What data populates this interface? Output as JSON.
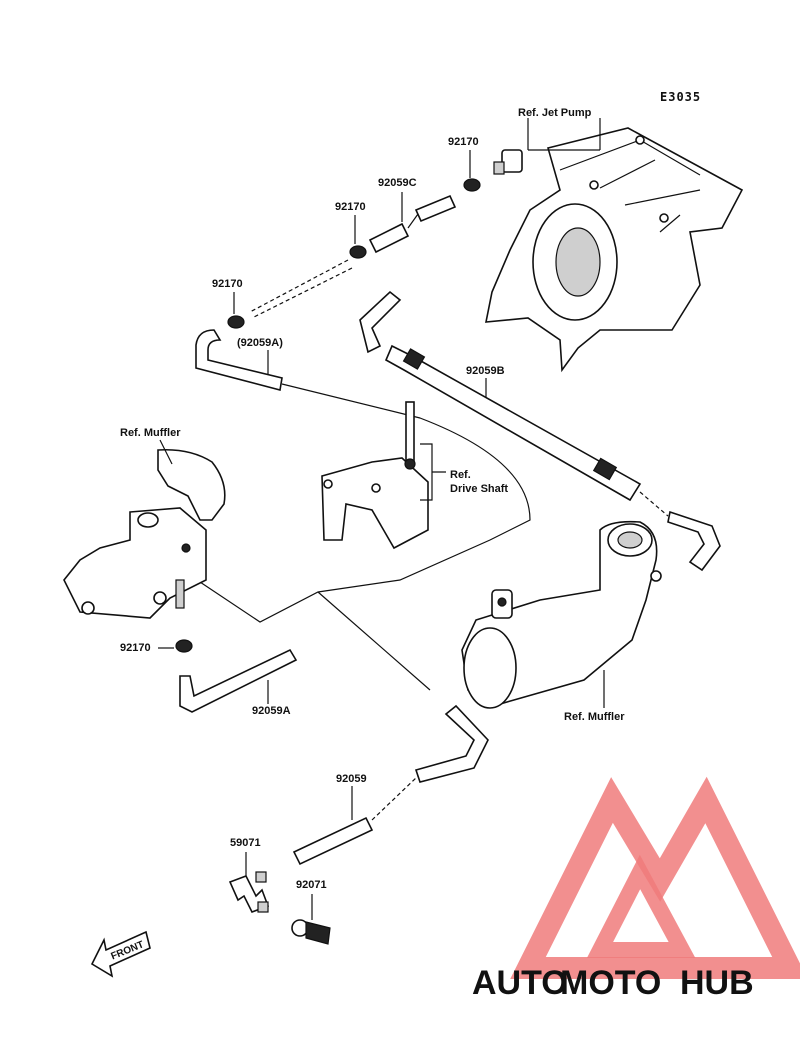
{
  "diagram": {
    "code": "E3035",
    "labels": {
      "ref_jet_pump": "Ref. Jet Pump",
      "clamp_top": "92170",
      "hose_c": "92059C",
      "clamp_mid": "92170",
      "clamp_left": "92170",
      "hose_a_paren": "(92059A)",
      "hose_b": "92059B",
      "ref_muffler_left": "Ref. Muffler",
      "ref_drive_shaft_1": "Ref.",
      "ref_drive_shaft_2": "Drive Shaft",
      "clamp_bottom": "92170",
      "hose_a": "92059A",
      "ref_muffler_right": "Ref. Muffler",
      "hose_main": "92059",
      "fitting_1": "59071",
      "fitting_2": "92071",
      "front": "FRONT"
    }
  },
  "watermark": {
    "text_1": "AUTO",
    "text_2": "MOTO",
    "text_3": "HUB",
    "color_1": "#f5b45a",
    "color_2": "#f07b7b",
    "color_3": "#8a8a8a"
  }
}
